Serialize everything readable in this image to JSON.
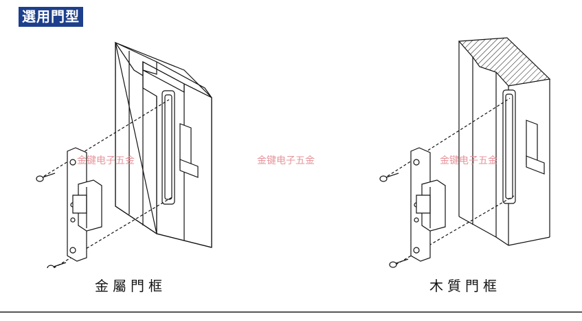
{
  "header": {
    "title": "選用門型"
  },
  "watermarks": [
    "金键电子五金",
    "金键电子五金",
    "金键电子五金"
  ],
  "figures": [
    {
      "caption": "金屬門框"
    },
    {
      "caption": "木質門框"
    }
  ],
  "colors": {
    "header_bg": "#1d3f8c",
    "watermark": "#e6939a",
    "line": "#111111"
  }
}
